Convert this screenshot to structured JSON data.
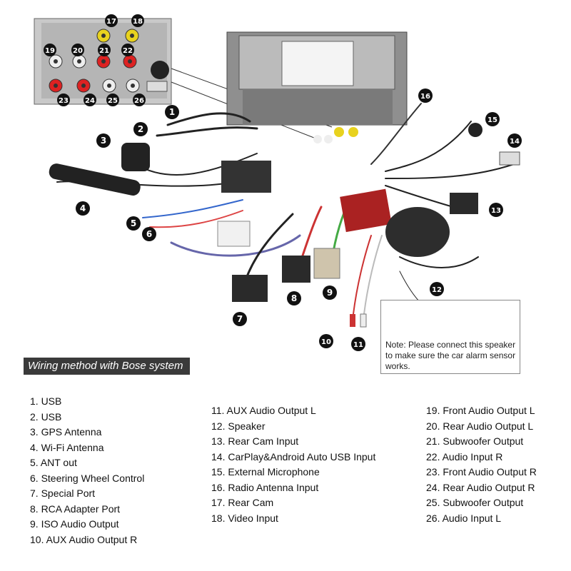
{
  "banner": "Wiring method with Bose system",
  "note": "Note: Please connect this speaker to make sure the car alarm sensor works.",
  "callouts": {
    "c1": "1",
    "c2": "2",
    "c3": "3",
    "c4": "4",
    "c5": "5",
    "c6": "6",
    "c7": "7",
    "c8": "8",
    "c9": "9",
    "c10": "10",
    "c11": "11",
    "c12": "12",
    "c13": "13",
    "c14": "14",
    "c15": "15",
    "c16": "16",
    "c17": "17",
    "c18": "18",
    "c19": "19",
    "c20": "20",
    "c21": "21",
    "c22": "22",
    "c23": "23",
    "c24": "24",
    "c25": "25",
    "c26": "26"
  },
  "legend": {
    "col1": [
      "1. USB",
      "2. USB",
      "3. GPS Antenna",
      "4. Wi-Fi Antenna",
      "5. ANT out",
      "6. Steering Wheel Control",
      "7. Special Port",
      "8. RCA Adapter Port",
      "9. ISO Audio Output",
      "10.  AUX Audio Output R"
    ],
    "col2": [
      "11.  AUX Audio Output L",
      "12.  Speaker",
      "13.  Rear Cam Input",
      "14.  CarPlay&Android Auto USB Input",
      "15.  External Microphone",
      "16.  Radio Antenna Input",
      "17.  Rear Cam",
      "18.  Video Input"
    ],
    "col3": [
      "19.  Front Audio Output L",
      "20.  Rear Audio Output L",
      "21.  Subwoofer Output",
      "22.  Audio Input R",
      "23.  Front Audio Output R",
      "24.  Rear Audio Output R",
      "25.  Subwoofer Output",
      "26.  Audio Input L"
    ]
  }
}
